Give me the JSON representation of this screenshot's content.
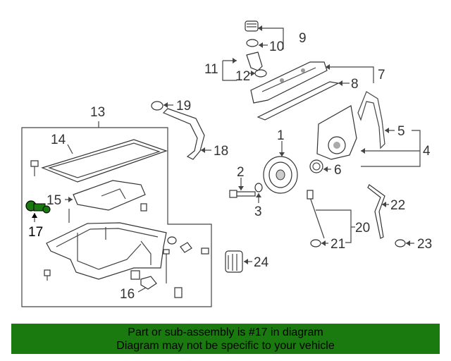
{
  "callouts": [
    {
      "id": "n1",
      "label": "1"
    },
    {
      "id": "n2",
      "label": "2"
    },
    {
      "id": "n3",
      "label": "3"
    },
    {
      "id": "n4",
      "label": "4"
    },
    {
      "id": "n5",
      "label": "5"
    },
    {
      "id": "n6",
      "label": "6"
    },
    {
      "id": "n7",
      "label": "7"
    },
    {
      "id": "n8",
      "label": "8"
    },
    {
      "id": "n9",
      "label": "9"
    },
    {
      "id": "n10",
      "label": "10"
    },
    {
      "id": "n11",
      "label": "11"
    },
    {
      "id": "n12",
      "label": "12"
    },
    {
      "id": "n13",
      "label": "13"
    },
    {
      "id": "n14",
      "label": "14"
    },
    {
      "id": "n15",
      "label": "15"
    },
    {
      "id": "n16",
      "label": "16"
    },
    {
      "id": "n17",
      "label": "17"
    },
    {
      "id": "n18",
      "label": "18"
    },
    {
      "id": "n19",
      "label": "19"
    },
    {
      "id": "n20",
      "label": "20"
    },
    {
      "id": "n21",
      "label": "21"
    },
    {
      "id": "n22",
      "label": "22"
    },
    {
      "id": "n23",
      "label": "23"
    },
    {
      "id": "n24",
      "label": "24"
    }
  ],
  "highlight": {
    "part": "17",
    "color": "#1b7a0f"
  },
  "banner": {
    "line1": "Part or sub-assembly is #17 in diagram",
    "line2": "Diagram may not be specific to your vehicle",
    "color": "#1b7a0f"
  }
}
